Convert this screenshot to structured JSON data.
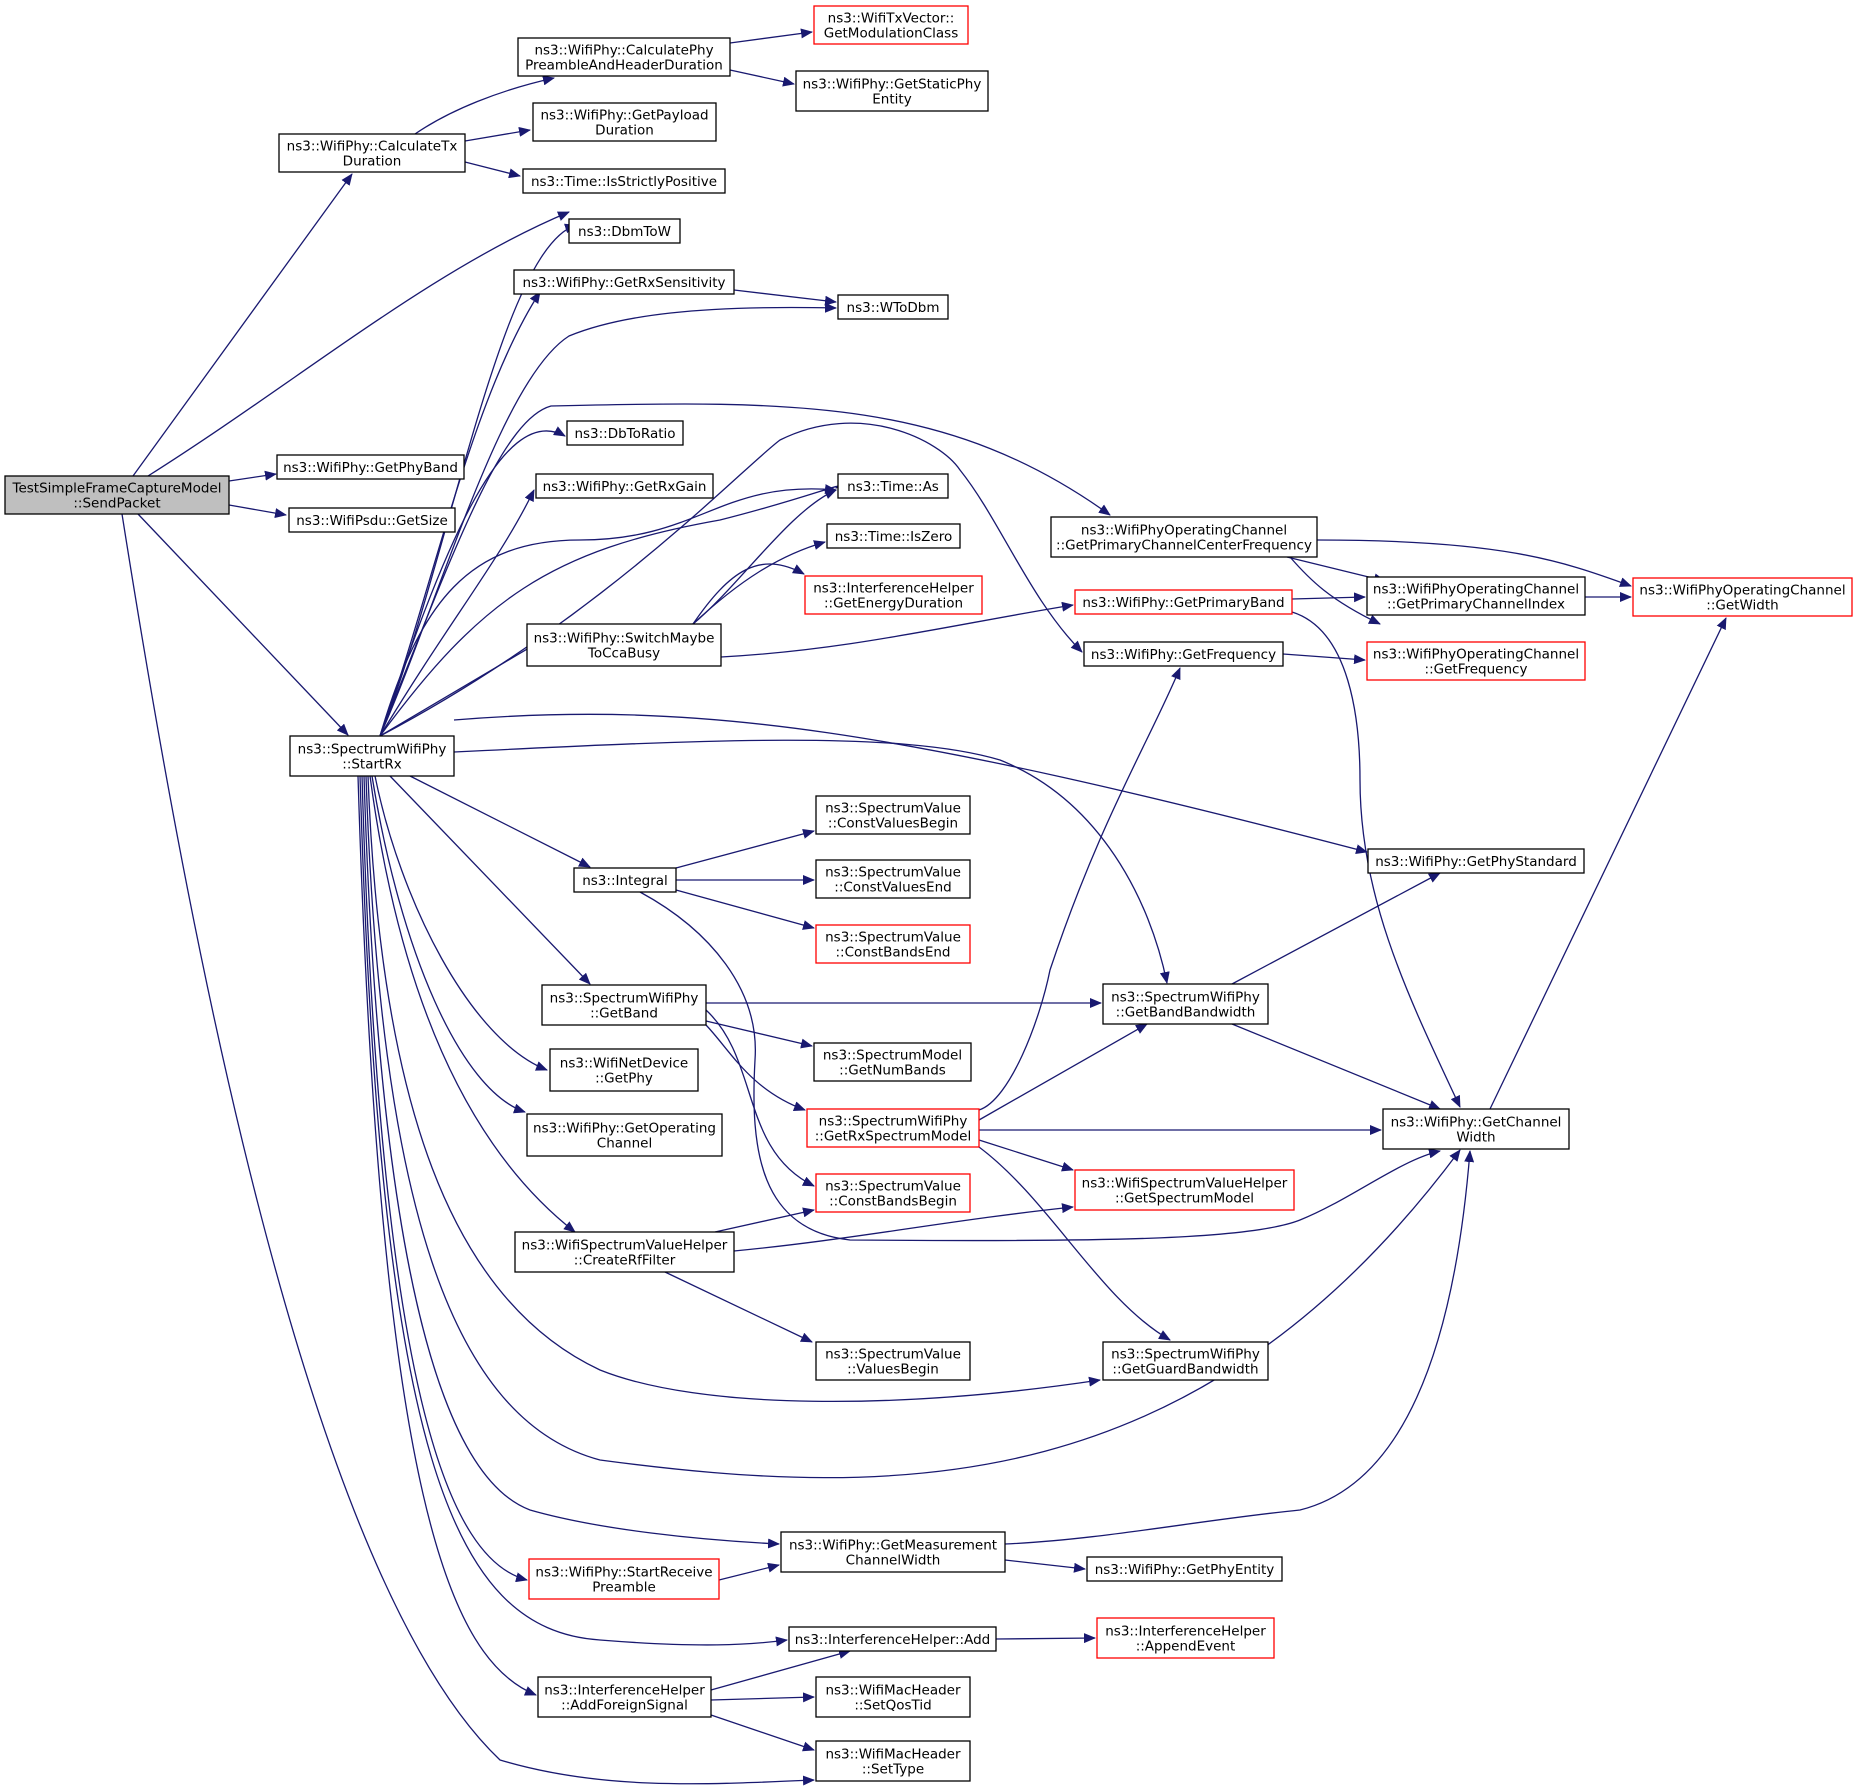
{
  "colors": {
    "edge": "#191970",
    "box_border": "#000000",
    "box_red": "#ff0000",
    "root_fill": "#bfbfbf"
  },
  "nodes": {
    "root": [
      "TestSimpleFrameCaptureModel",
      "::SendPacket"
    ],
    "calcTx": [
      "ns3::WifiPhy::CalculateTx",
      "Duration"
    ],
    "calcPhy": [
      "ns3::WifiPhy::CalculatePhy",
      "PreambleAndHeaderDuration"
    ],
    "modClass": [
      "ns3::WifiTxVector::",
      "GetModulationClass"
    ],
    "staticPhy": [
      "ns3::WifiPhy::GetStaticPhy",
      "Entity"
    ],
    "payload": [
      "ns3::WifiPhy::GetPayload",
      "Duration"
    ],
    "strictPos": [
      "ns3::Time::IsStrictlyPositive"
    ],
    "dbmToW": [
      "ns3::DbmToW"
    ],
    "rxSens": [
      "ns3::WifiPhy::GetRxSensitivity"
    ],
    "wToDbm": [
      "ns3::WToDbm"
    ],
    "dbToRatio": [
      "ns3::DbToRatio"
    ],
    "phyBand": [
      "ns3::WifiPhy::GetPhyBand"
    ],
    "rxGain": [
      "ns3::WifiPhy::GetRxGain"
    ],
    "timeAs": [
      "ns3::Time::As"
    ],
    "psduSize": [
      "ns3::WifiPsdu::GetSize"
    ],
    "isZero": [
      "ns3::Time::IsZero"
    ],
    "primCenter": [
      "ns3::WifiPhyOperatingChannel",
      "::GetPrimaryChannelCenterFrequency"
    ],
    "energyDur": [
      "ns3::InterferenceHelper",
      "::GetEnergyDuration"
    ],
    "primBand": [
      "ns3::WifiPhy::GetPrimaryBand"
    ],
    "primIndex": [
      "ns3::WifiPhyOperatingChannel",
      "::GetPrimaryChannelIndex"
    ],
    "opWidth": [
      "ns3::WifiPhyOperatingChannel",
      "::GetWidth"
    ],
    "switchCca": [
      "ns3::WifiPhy::SwitchMaybe",
      "ToCcaBusy"
    ],
    "getFreq": [
      "ns3::WifiPhy::GetFrequency"
    ],
    "opFreq": [
      "ns3::WifiPhyOperatingChannel",
      "::GetFrequency"
    ],
    "startRx": [
      "ns3::SpectrumWifiPhy",
      "::StartRx"
    ],
    "cvBegin": [
      "ns3::SpectrumValue",
      "::ConstValuesBegin"
    ],
    "phyStd": [
      "ns3::WifiPhy::GetPhyStandard"
    ],
    "integral": [
      "ns3::Integral"
    ],
    "cvEnd": [
      "ns3::SpectrumValue",
      "::ConstValuesEnd"
    ],
    "cbEnd": [
      "ns3::SpectrumValue",
      "::ConstBandsEnd"
    ],
    "getBand": [
      "ns3::SpectrumWifiPhy",
      "::GetBand"
    ],
    "bandBw": [
      "ns3::SpectrumWifiPhy",
      "::GetBandBandwidth"
    ],
    "numBands": [
      "ns3::SpectrumModel",
      "::GetNumBands"
    ],
    "netDevPhy": [
      "ns3::WifiNetDevice",
      "::GetPhy"
    ],
    "rxModel": [
      "ns3::SpectrumWifiPhy",
      "::GetRxSpectrumModel"
    ],
    "chWidth": [
      "ns3::WifiPhy::GetChannel",
      "Width"
    ],
    "opChan": [
      "ns3::WifiPhy::GetOperating",
      "Channel"
    ],
    "cbBegin": [
      "ns3::SpectrumValue",
      "::ConstBandsBegin"
    ],
    "specModel": [
      "ns3::WifiSpectrumValueHelper",
      "::GetSpectrumModel"
    ],
    "rfFilter": [
      "ns3::WifiSpectrumValueHelper",
      "::CreateRfFilter"
    ],
    "valBegin": [
      "ns3::SpectrumValue",
      "::ValuesBegin"
    ],
    "guardBw": [
      "ns3::SpectrumWifiPhy",
      "::GetGuardBandwidth"
    ],
    "measWidth": [
      "ns3::WifiPhy::GetMeasurement",
      "ChannelWidth"
    ],
    "startPre": [
      "ns3::WifiPhy::StartReceive",
      "Preamble"
    ],
    "phyEntity": [
      "ns3::WifiPhy::GetPhyEntity"
    ],
    "ihAdd": [
      "ns3::InterferenceHelper::Add"
    ],
    "appendEv": [
      "ns3::InterferenceHelper",
      "::AppendEvent"
    ],
    "foreign": [
      "ns3::InterferenceHelper",
      "::AddForeignSignal"
    ],
    "qosTid": [
      "ns3::WifiMacHeader",
      "::SetQosTid"
    ],
    "setType": [
      "ns3::WifiMacHeader",
      "::SetType"
    ]
  }
}
